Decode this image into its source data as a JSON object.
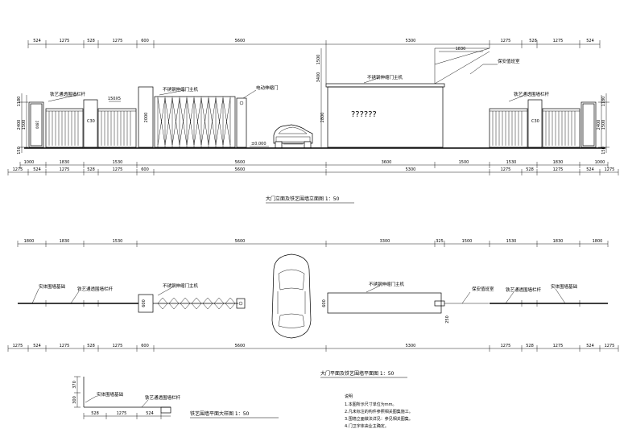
{
  "elevation": {
    "top_dims": [
      "524",
      "1275",
      "528",
      "1275",
      "600",
      "5600",
      "5300",
      "1275",
      "528",
      "1275",
      "524"
    ],
    "canopy_dim": "1830",
    "bottom_dims_1": [
      "1000",
      "1830",
      "1530",
      "5600",
      "3600",
      "1500",
      "1530",
      "1830",
      "1000"
    ],
    "bottom_dims_2": [
      "1275",
      "524",
      "1275",
      "528",
      "1275",
      "600",
      "5600",
      "5300",
      "1275",
      "528",
      "1275",
      "524",
      "1275"
    ],
    "left_heights": [
      "1180",
      "1500",
      "2400",
      "150"
    ],
    "right_heights": [
      "1180",
      "1500",
      "2400",
      "150"
    ],
    "guard_heights": [
      "1500",
      "3400",
      "2800"
    ],
    "pillar_height": "2000",
    "house_height": "2800",
    "label_fence_left": "铁艺通透围墙栏杆",
    "label_pillar": "150X5",
    "label_c30": "C30",
    "label_gate": "不锈钢伸缩门主机",
    "label_motor": "电动伸缩门",
    "label_house": "不锈钢伸缩门主机",
    "label_guard": "保安值班室",
    "label_fence_right": "铁艺通透围墙栏杆",
    "label_zero": "±0.000",
    "house_chars": "??????",
    "title": "大门立面及铁艺围墙立面图 1：50"
  },
  "plan": {
    "top_dims": [
      "1800",
      "1830",
      "1530",
      "5600",
      "3300",
      "325",
      "1500",
      "1530",
      "1830",
      "1800"
    ],
    "bottom_dims": [
      "1275",
      "524",
      "1275",
      "528",
      "1275",
      "600",
      "5600",
      "5300",
      "1275",
      "528",
      "1275",
      "524",
      "1275"
    ],
    "label_wall_left": "实体围墙基础",
    "label_fence_left": "铁艺通透围墙栏杆",
    "label_gate": "不锈钢伸缩门主机",
    "label_house": "不锈钢伸缩门主机",
    "label_guard": "保安值班室",
    "label_fence_right": "铁艺通透围墙栏杆",
    "label_wall_right": "实体围墙基础",
    "left_width": "600",
    "house_width": "600",
    "right_width": "250",
    "title": "大门平面及铁艺围墙平面图 1：50"
  },
  "section": {
    "label_top": "实体围墙基础",
    "label_mid": "铁艺通透围墙栏杆",
    "dims": [
      "528",
      "1275",
      "524"
    ],
    "heights": [
      "370",
      "300"
    ],
    "title": "铁艺围墙平面大样图 1：50"
  },
  "notes": {
    "heading": "说明",
    "lines": [
      "1.本图所示尺寸单位为mm。",
      "2.凡未标注的构件参照相关图集施工。",
      "3.围墙立面做法详见：参见相关图集。",
      "4.门卫字体由业主确定。"
    ]
  }
}
